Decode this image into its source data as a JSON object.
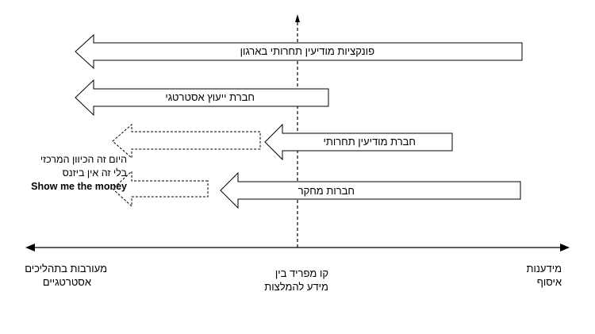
{
  "arrows": {
    "org_functions": "פונקציות מודיעין תחרותי בארגון",
    "strategy_consulting": "חברת ייעוץ אסטרטגי",
    "ci_company": "חברת מודיעין תחרותי",
    "research_companies": "חברות מחקר"
  },
  "axis": {
    "left_line1": "מעורבות בתהליכים",
    "left_line2": "אסטרטגיים",
    "center_line1": "קו מפריד בין",
    "center_line2": "מידע להמלצות",
    "right_line1": "מידענות",
    "right_line2": "איסוף"
  },
  "note": {
    "line1": "היום זה הכיוון המרכזי",
    "line2": "בלי זה אין ביזנס",
    "line3": "Show me the money"
  }
}
